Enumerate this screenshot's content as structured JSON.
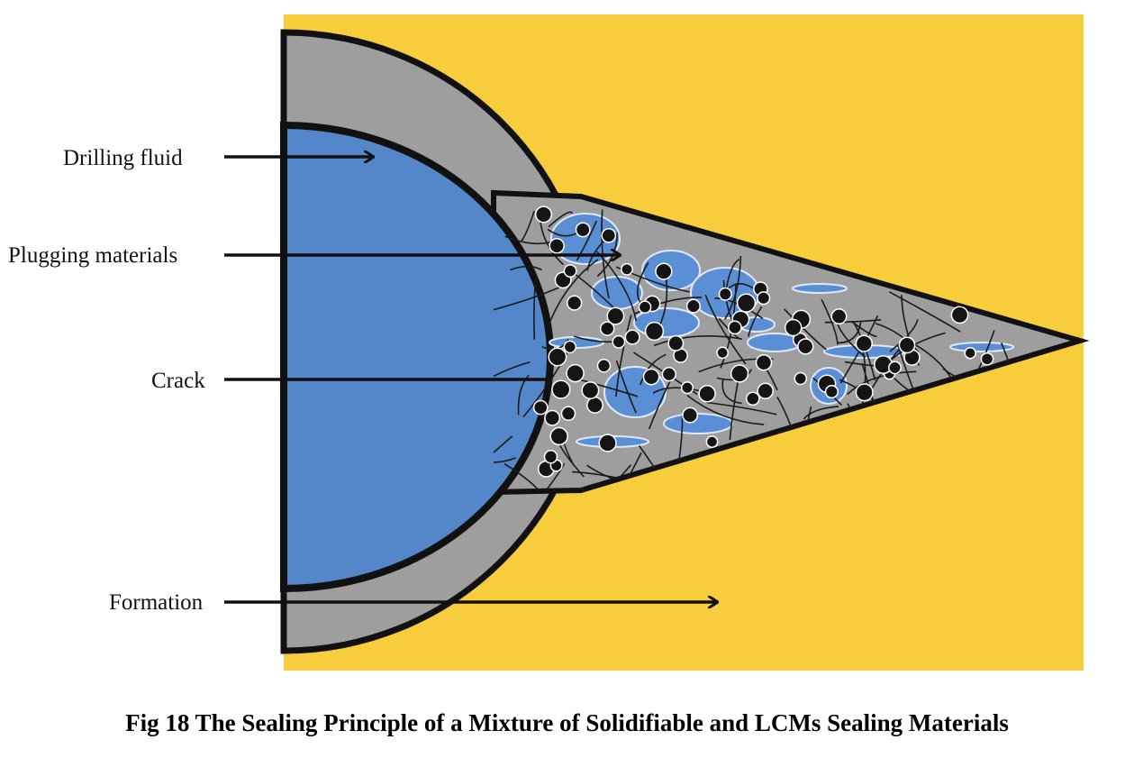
{
  "labels": {
    "drilling_fluid": "Drilling fluid",
    "plugging_materials": "Plugging materials",
    "crack": "Crack",
    "formation": "Formation"
  },
  "caption": "Fig 18 The Sealing Principle of a Mixture of Solidifiable and LCMs Sealing Materials",
  "colors": {
    "formation": "#f8cd3b",
    "wellbore_fluid": "#5487c9",
    "mud_cake": "#9e9e9e",
    "plug_particles": "#141414",
    "plug_blobs": "#5a8fd6",
    "outline": "#111111"
  }
}
